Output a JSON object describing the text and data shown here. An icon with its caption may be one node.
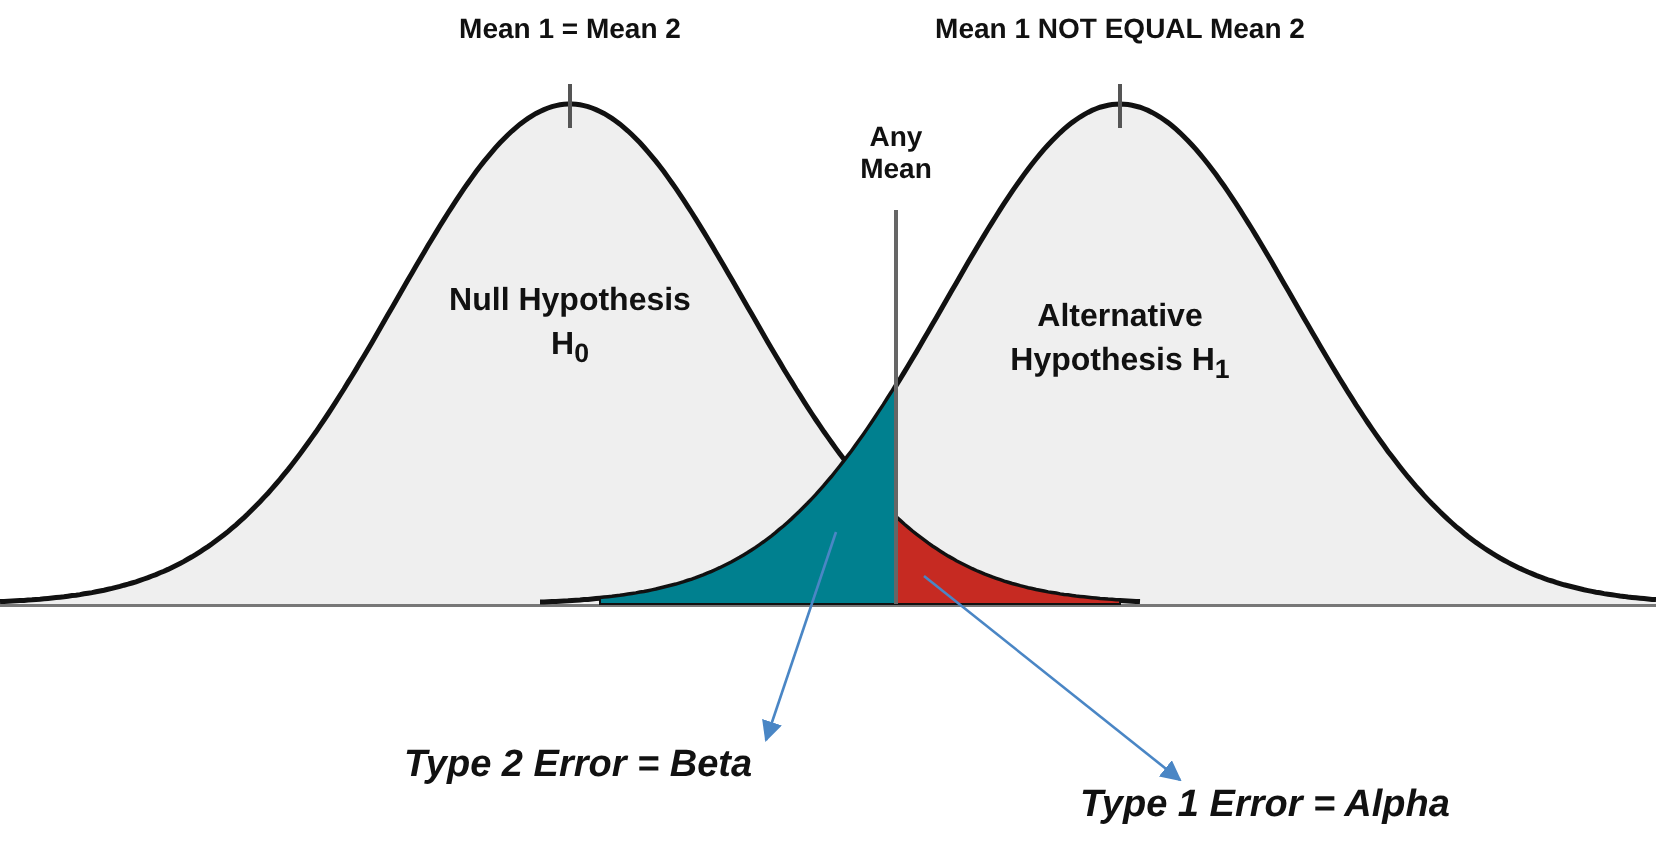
{
  "diagram": {
    "nodes": [
      {
        "text": [
          "Null Hypothesis H$_{0}$"
        ]
      },
      {
        "text": [
          "Alternative Hypothesis H$_{1}$"
        ]
      },
      {
        "text": [],
        "shape": "area"
      },
      {
        "text": [],
        "shape": "area"
      },
      {
        "text": [
          "Type 2 Error = Beta"
        ]
      },
      {
        "text": [
          "Type 1 Error = Alpha"
        ]
      }
    ],
    "edges": [
      {
        "from": 2,
        "to": 4,
        "arrow": "to"
      },
      {
        "from": 3,
        "to": 5,
        "arrow": "to"
      }
    ],
    "labels": [
      "Mean 1 = Mean 2",
      "Mean 1 NOT EQUAL Mean 2",
      "Any Mean"
    ]
  }
}
